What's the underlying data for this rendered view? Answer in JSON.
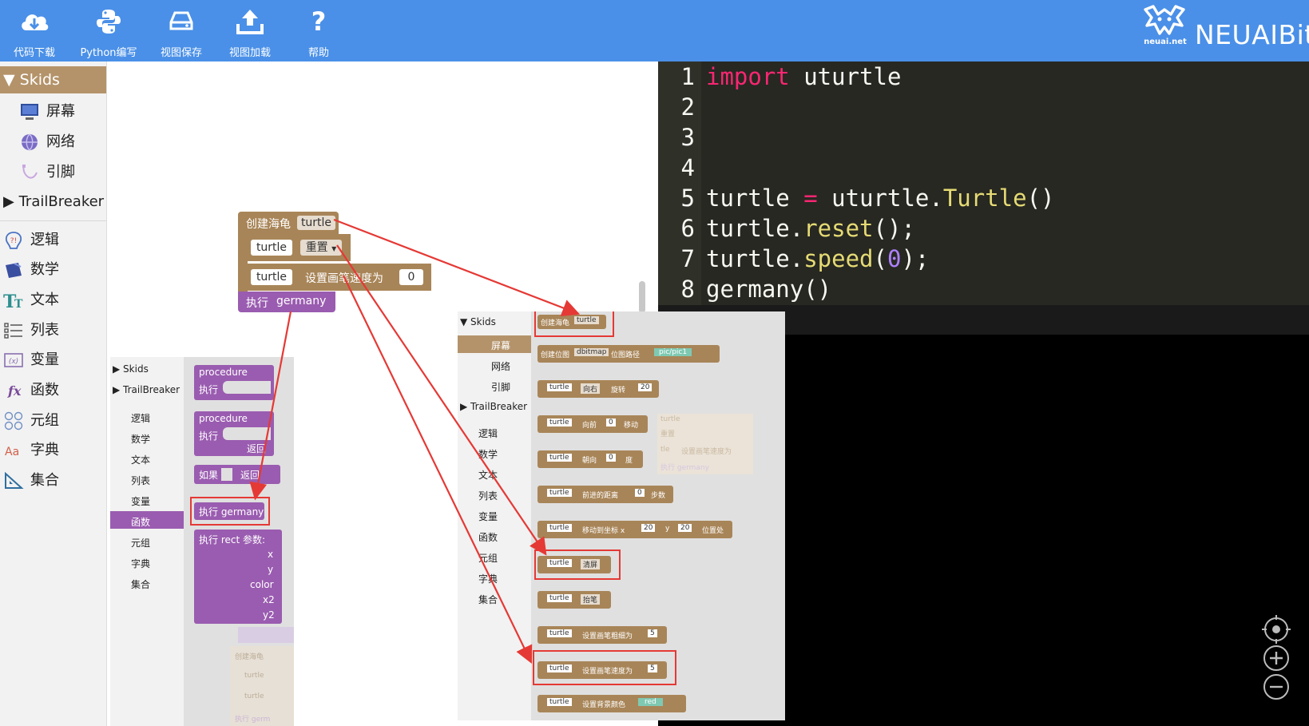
{
  "toolbar": {
    "download": "代码下载",
    "python": "Python编写",
    "save": "视图保存",
    "load": "视图加载",
    "help": "帮助"
  },
  "brand": {
    "domain": "neuai.net",
    "name": "NEUAIBit"
  },
  "toolbox": {
    "skids": "Skids",
    "screen": "屏幕",
    "network": "网络",
    "pin": "引脚",
    "trailbreaker": "TrailBreaker",
    "logic": "逻辑",
    "math": "数学",
    "text": "文本",
    "list": "列表",
    "variable": "变量",
    "function": "函数",
    "tuple": "元组",
    "dict": "字典",
    "set": "集合"
  },
  "blocks": {
    "create_turtle": "创建海龟",
    "turtle": "turtle",
    "reset": "重置",
    "set_speed": "设置画笔速度为",
    "speed_value": "0",
    "exec": "执行",
    "germany": "germany"
  },
  "code": {
    "line_numbers": [
      "1",
      "2",
      "3",
      "4",
      "5",
      "6",
      "7",
      "8"
    ],
    "l1_kw": "import",
    "l1_rest": " uturtle",
    "l5_a": "turtle ",
    "l5_op": "=",
    "l5_b": " uturtle.",
    "l5_fn": "Turtle",
    "l5_c": "()",
    "l6_a": "turtle.",
    "l6_fn": "reset",
    "l6_c": "();",
    "l7_a": "turtle.",
    "l7_fn": "speed",
    "l7_p1": "(",
    "l7_num": "0",
    "l7_p2": ");",
    "l8": "germany()"
  },
  "func_panel": {
    "skids": "Skids",
    "trailbreaker": "TrailBreaker",
    "logic": "逻辑",
    "math": "数学",
    "text": "文本",
    "list": "列表",
    "variable": "变量",
    "function": "函数",
    "tuple": "元组",
    "dict": "字典",
    "set": "集合",
    "procedure": "procedure",
    "exec": "执行",
    "return": "返回",
    "if": "如果",
    "exec_germany": "执行 germany",
    "exec_rect": "执行 rect 参数:",
    "params": [
      "x",
      "y",
      "color",
      "x2",
      "y2"
    ],
    "ghost_create": "创建海龟",
    "ghost_turtle": "turtle",
    "ghost_exec": "执行 germ"
  },
  "screen_panel": {
    "skids": "Skids",
    "screen": "屏幕",
    "network": "网络",
    "pin": "引脚",
    "trailbreaker": "TrailBreaker",
    "logic": "逻辑",
    "math": "数学",
    "text": "文本",
    "list": "列表",
    "variable": "变量",
    "function": "函数",
    "tuple": "元组",
    "dict": "字典",
    "set": "集合",
    "b_create": "创建海龟",
    "b_turtle": "turtle",
    "b_bitmap_pre": "创建位图",
    "b_bitmap_name": "dbitmap",
    "b_bitmap_path": "位图路径",
    "b_bitmap_val": "pic/pic1",
    "b_right": "向右",
    "b_rotate": "旋转",
    "b_20": "20",
    "b_forward": "向前",
    "b_0": "0",
    "b_move": "移动",
    "b_heading": "朝向",
    "b_degree": "度",
    "b_distance": "前进的距离",
    "b_steps": "步数",
    "b_goto": "移动到坐标 x",
    "b_y": "y",
    "b_pos": "位置处",
    "b_clear": "清屏",
    "b_penup": "抬笔",
    "b_width": "设置画笔粗细为",
    "b_5": "5",
    "b_speed": "设置画笔速度为",
    "b_bg": "设置背景颜色",
    "b_red": "red",
    "ghost_reset": "重置",
    "ghost_speed": "设置画笔速度为",
    "ghost_exec": "执行 germany",
    "ghost_turtle": "turtle",
    "ghost_tle": "tle"
  },
  "colors": {
    "toolbar": "#4a90e8",
    "block_brown": "#a88558",
    "block_purple": "#9a5cb0",
    "annotation": "#e53935"
  }
}
